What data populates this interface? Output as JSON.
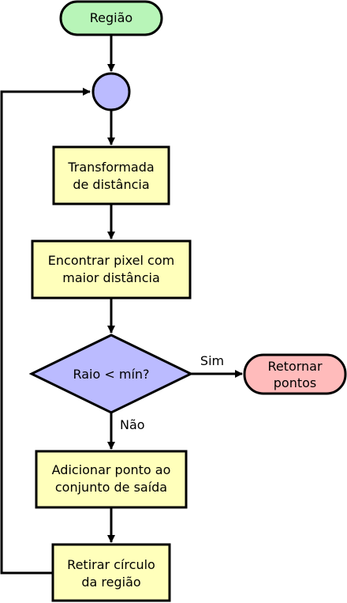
{
  "nodes": {
    "start": {
      "label": "Região",
      "fill": "#b8f5b8"
    },
    "junction": {
      "fill": "#bbbbff"
    },
    "distance_transform": {
      "line1": "Transformada",
      "line2": "de distância",
      "fill": "#ffffbb"
    },
    "find_pixel": {
      "line1": "Encontrar pixel com",
      "line2": "maior distância",
      "fill": "#ffffbb"
    },
    "decision": {
      "label": "Raio < mín?",
      "fill": "#bbbbff"
    },
    "return_points": {
      "line1": "Retornar",
      "line2": "pontos",
      "fill": "#ffbbbb"
    },
    "add_point": {
      "line1": "Adicionar ponto ao",
      "line2": "conjunto de saída",
      "fill": "#ffffbb"
    },
    "remove_circle": {
      "line1": "Retirar círculo",
      "line2": "da região",
      "fill": "#ffffbb"
    }
  },
  "edge_labels": {
    "yes": "Sim",
    "no": "Não"
  }
}
